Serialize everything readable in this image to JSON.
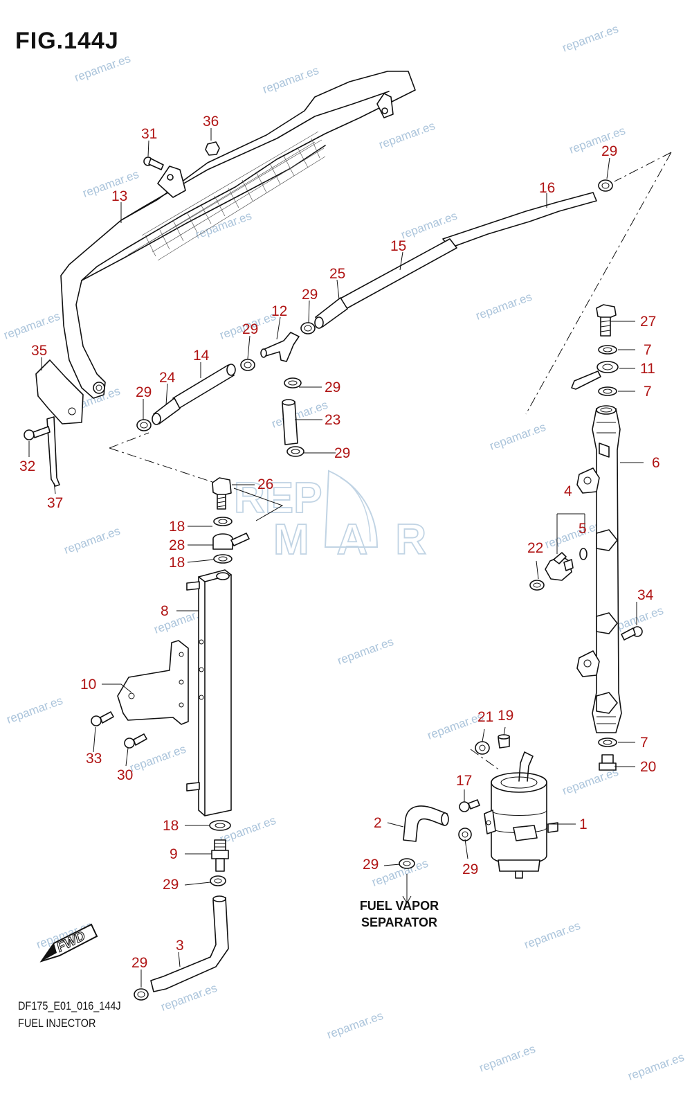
{
  "figure": {
    "title": "FIG.144J",
    "code": "DF175_E01_016_144J",
    "subtitle": "FUEL INJECTOR"
  },
  "annotations": {
    "fuel_vapor_line1": "FUEL VAPOR",
    "fuel_vapor_line2": "SEPARATOR",
    "fwd": "FWD"
  },
  "watermark": {
    "text": "repamar.es",
    "logo_top": "REP",
    "logo_bottom": "MAR",
    "color": "#8fb1cf"
  },
  "callouts": {
    "c1": "1",
    "c2": "2",
    "c3": "3",
    "c4": "4",
    "c5": "5",
    "c6": "6",
    "c7a": "7",
    "c7b": "7",
    "c7c": "7",
    "c8": "8",
    "c9": "9",
    "c10": "10",
    "c11": "11",
    "c12": "12",
    "c13": "13",
    "c14": "14",
    "c15": "15",
    "c16": "16",
    "c17": "17",
    "c18a": "18",
    "c18b": "18",
    "c18c": "18",
    "c19": "19",
    "c20": "20",
    "c21": "21",
    "c22": "22",
    "c23": "23",
    "c24": "24",
    "c25": "25",
    "c26": "26",
    "c27": "27",
    "c28": "28",
    "c29a": "29",
    "c29b": "29",
    "c29c": "29",
    "c29d": "29",
    "c29e": "29",
    "c29f": "29",
    "c29g": "29",
    "c29h": "29",
    "c29i": "29",
    "c29j": "29",
    "c30": "30",
    "c31": "31",
    "c32": "32",
    "c33": "33",
    "c34": "34",
    "c35": "35",
    "c36": "36",
    "c37": "37"
  },
  "colors": {
    "callout": "#b01515",
    "line": "#111111"
  }
}
